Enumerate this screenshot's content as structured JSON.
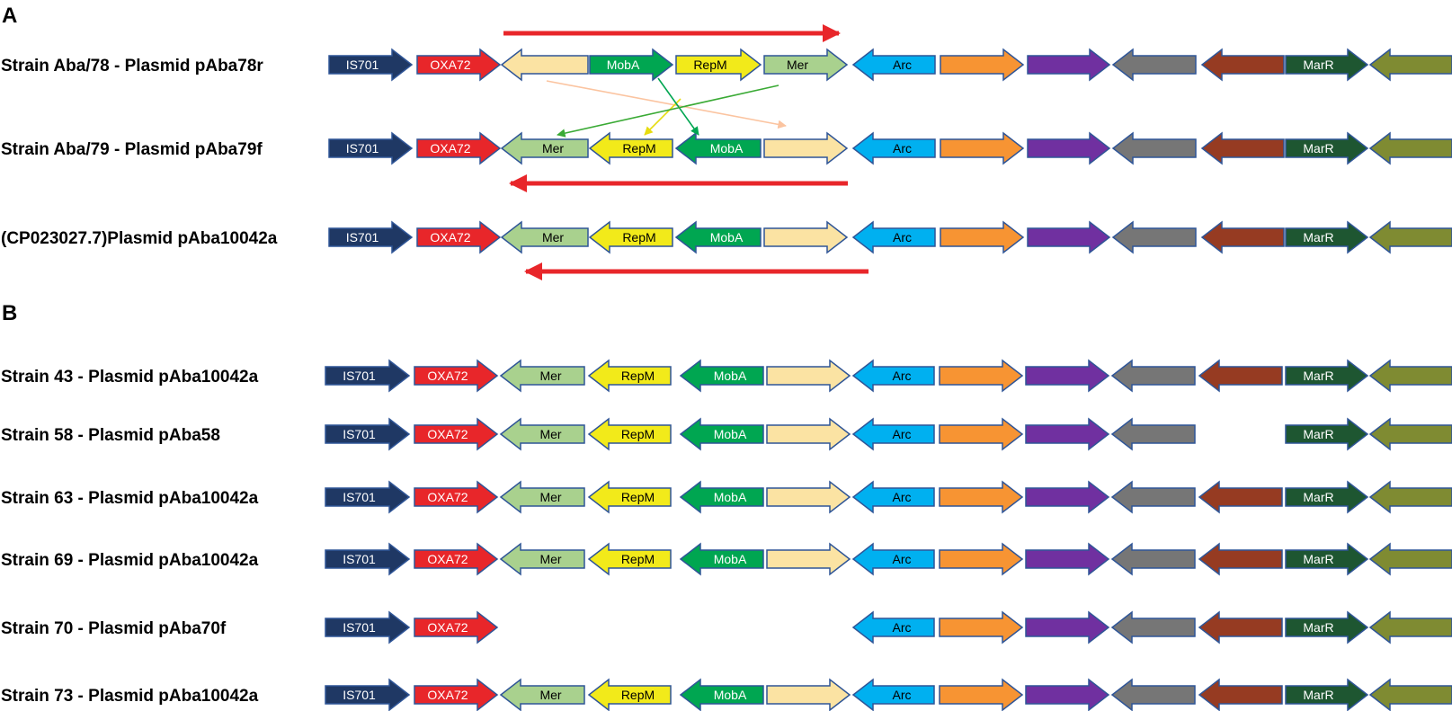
{
  "panels": [
    {
      "letter": "A",
      "rows": [
        {
          "label": "Strain Aba/78 - Plasmid pAba78r",
          "genes": [
            {
              "name": "IS701",
              "dir": "R",
              "color": "#1f3864",
              "text": "#ffffff"
            },
            {
              "name": "OXA72",
              "dir": "R",
              "color": "#e8262a",
              "text": "#ffffff"
            },
            {
              "name": "",
              "dir": "L",
              "color": "#fbe3a3",
              "text": "#000000"
            },
            {
              "name": "MobA",
              "dir": "R",
              "color": "#00a651",
              "text": "#ffffff"
            },
            {
              "name": "RepM",
              "dir": "R",
              "color": "#f2ea1a",
              "text": "#000000"
            },
            {
              "name": "Mer",
              "dir": "R",
              "color": "#a9d18e",
              "text": "#000000"
            },
            {
              "name": "Arc",
              "dir": "L",
              "color": "#00b0f0",
              "text": "#000000"
            },
            {
              "name": "",
              "dir": "R",
              "color": "#f79433",
              "text": "#000000"
            },
            {
              "name": "",
              "dir": "R",
              "color": "#7030a0",
              "text": "#000000"
            },
            {
              "name": "",
              "dir": "L",
              "color": "#767676",
              "text": "#000000"
            },
            {
              "name": "",
              "dir": "L",
              "color": "#963b22",
              "text": "#000000"
            },
            {
              "name": "MarR",
              "dir": "R",
              "color": "#1e5631",
              "text": "#ffffff"
            },
            {
              "name": "",
              "dir": "L",
              "color": "#7f8b32",
              "text": "#000000"
            }
          ]
        },
        {
          "label": "Strain Aba/79 - Plasmid pAba79f",
          "genes": [
            {
              "name": "IS701",
              "dir": "R",
              "color": "#1f3864",
              "text": "#ffffff"
            },
            {
              "name": "OXA72",
              "dir": "R",
              "color": "#e8262a",
              "text": "#ffffff"
            },
            {
              "name": "Mer",
              "dir": "L",
              "color": "#a9d18e",
              "text": "#000000"
            },
            {
              "name": "RepM",
              "dir": "L",
              "color": "#f2ea1a",
              "text": "#000000"
            },
            {
              "name": "MobA",
              "dir": "L",
              "color": "#00a651",
              "text": "#ffffff"
            },
            {
              "name": "",
              "dir": "R",
              "color": "#fbe3a3",
              "text": "#000000"
            },
            {
              "name": "Arc",
              "dir": "L",
              "color": "#00b0f0",
              "text": "#000000"
            },
            {
              "name": "",
              "dir": "R",
              "color": "#f79433",
              "text": "#000000"
            },
            {
              "name": "",
              "dir": "R",
              "color": "#7030a0",
              "text": "#000000"
            },
            {
              "name": "",
              "dir": "L",
              "color": "#767676",
              "text": "#000000"
            },
            {
              "name": "",
              "dir": "L",
              "color": "#963b22",
              "text": "#000000"
            },
            {
              "name": "MarR",
              "dir": "R",
              "color": "#1e5631",
              "text": "#ffffff"
            },
            {
              "name": "",
              "dir": "L",
              "color": "#7f8b32",
              "text": "#000000"
            }
          ]
        },
        {
          "label": "(CP023027.7)Plasmid pAba10042a",
          "genes": [
            {
              "name": "IS701",
              "dir": "R",
              "color": "#1f3864",
              "text": "#ffffff"
            },
            {
              "name": "OXA72",
              "dir": "R",
              "color": "#e8262a",
              "text": "#ffffff"
            },
            {
              "name": "Mer",
              "dir": "L",
              "color": "#a9d18e",
              "text": "#000000"
            },
            {
              "name": "RepM",
              "dir": "L",
              "color": "#f2ea1a",
              "text": "#000000"
            },
            {
              "name": "MobA",
              "dir": "L",
              "color": "#00a651",
              "text": "#ffffff"
            },
            {
              "name": "",
              "dir": "R",
              "color": "#fbe3a3",
              "text": "#000000"
            },
            {
              "name": "Arc",
              "dir": "L",
              "color": "#00b0f0",
              "text": "#000000"
            },
            {
              "name": "",
              "dir": "R",
              "color": "#f79433",
              "text": "#000000"
            },
            {
              "name": "",
              "dir": "R",
              "color": "#7030a0",
              "text": "#000000"
            },
            {
              "name": "",
              "dir": "L",
              "color": "#767676",
              "text": "#000000"
            },
            {
              "name": "",
              "dir": "L",
              "color": "#963b22",
              "text": "#000000"
            },
            {
              "name": "MarR",
              "dir": "R",
              "color": "#1e5631",
              "text": "#ffffff"
            },
            {
              "name": "",
              "dir": "L",
              "color": "#7f8b32",
              "text": "#000000"
            }
          ]
        }
      ]
    },
    {
      "letter": "B",
      "rows": [
        {
          "label": "Strain 43 - Plasmid pAba10042a",
          "genes": [
            {
              "name": "IS701",
              "dir": "R",
              "color": "#1f3864",
              "text": "#ffffff"
            },
            {
              "name": "OXA72",
              "dir": "R",
              "color": "#e8262a",
              "text": "#ffffff"
            },
            {
              "name": "Mer",
              "dir": "L",
              "color": "#a9d18e",
              "text": "#000000"
            },
            {
              "name": "RepM",
              "dir": "L",
              "color": "#f2ea1a",
              "text": "#000000"
            },
            {
              "name": "MobA",
              "dir": "L",
              "color": "#00a651",
              "text": "#ffffff"
            },
            {
              "name": "",
              "dir": "R",
              "color": "#fbe3a3",
              "text": "#000000"
            },
            {
              "name": "Arc",
              "dir": "L",
              "color": "#00b0f0",
              "text": "#000000"
            },
            {
              "name": "",
              "dir": "R",
              "color": "#f79433",
              "text": "#000000"
            },
            {
              "name": "",
              "dir": "R",
              "color": "#7030a0",
              "text": "#000000"
            },
            {
              "name": "",
              "dir": "L",
              "color": "#767676",
              "text": "#000000"
            },
            {
              "name": "",
              "dir": "L",
              "color": "#963b22",
              "text": "#000000"
            },
            {
              "name": "MarR",
              "dir": "R",
              "color": "#1e5631",
              "text": "#ffffff"
            },
            {
              "name": "",
              "dir": "L",
              "color": "#7f8b32",
              "text": "#000000"
            }
          ]
        },
        {
          "label": "Strain 58 - Plasmid pAba58",
          "genes": [
            {
              "name": "IS701",
              "dir": "R",
              "color": "#1f3864",
              "text": "#ffffff"
            },
            {
              "name": "OXA72",
              "dir": "R",
              "color": "#e8262a",
              "text": "#ffffff"
            },
            {
              "name": "Mer",
              "dir": "L",
              "color": "#a9d18e",
              "text": "#000000"
            },
            {
              "name": "RepM",
              "dir": "L",
              "color": "#f2ea1a",
              "text": "#000000"
            },
            {
              "name": "MobA",
              "dir": "L",
              "color": "#00a651",
              "text": "#ffffff"
            },
            {
              "name": "",
              "dir": "R",
              "color": "#fbe3a3",
              "text": "#000000"
            },
            {
              "name": "Arc",
              "dir": "L",
              "color": "#00b0f0",
              "text": "#000000"
            },
            {
              "name": "",
              "dir": "R",
              "color": "#f79433",
              "text": "#000000"
            },
            {
              "name": "",
              "dir": "R",
              "color": "#7030a0",
              "text": "#000000"
            },
            {
              "name": "",
              "dir": "L",
              "color": "#767676",
              "text": "#000000"
            },
            null,
            {
              "name": "MarR",
              "dir": "R",
              "color": "#1e5631",
              "text": "#ffffff"
            },
            {
              "name": "",
              "dir": "L",
              "color": "#7f8b32",
              "text": "#000000"
            }
          ]
        },
        {
          "label": "Strain 63 - Plasmid pAba10042a",
          "genes": [
            {
              "name": "IS701",
              "dir": "R",
              "color": "#1f3864",
              "text": "#ffffff"
            },
            {
              "name": "OXA72",
              "dir": "R",
              "color": "#e8262a",
              "text": "#ffffff"
            },
            {
              "name": "Mer",
              "dir": "L",
              "color": "#a9d18e",
              "text": "#000000"
            },
            {
              "name": "RepM",
              "dir": "L",
              "color": "#f2ea1a",
              "text": "#000000"
            },
            {
              "name": "MobA",
              "dir": "L",
              "color": "#00a651",
              "text": "#ffffff"
            },
            {
              "name": "",
              "dir": "R",
              "color": "#fbe3a3",
              "text": "#000000"
            },
            {
              "name": "Arc",
              "dir": "L",
              "color": "#00b0f0",
              "text": "#000000"
            },
            {
              "name": "",
              "dir": "R",
              "color": "#f79433",
              "text": "#000000"
            },
            {
              "name": "",
              "dir": "R",
              "color": "#7030a0",
              "text": "#000000"
            },
            {
              "name": "",
              "dir": "L",
              "color": "#767676",
              "text": "#000000"
            },
            {
              "name": "",
              "dir": "L",
              "color": "#963b22",
              "text": "#000000"
            },
            {
              "name": "MarR",
              "dir": "R",
              "color": "#1e5631",
              "text": "#ffffff"
            },
            {
              "name": "",
              "dir": "L",
              "color": "#7f8b32",
              "text": "#000000"
            }
          ]
        },
        {
          "label": "Strain 69 - Plasmid pAba10042a",
          "genes": [
            {
              "name": "IS701",
              "dir": "R",
              "color": "#1f3864",
              "text": "#ffffff"
            },
            {
              "name": "OXA72",
              "dir": "R",
              "color": "#e8262a",
              "text": "#ffffff"
            },
            {
              "name": "Mer",
              "dir": "L",
              "color": "#a9d18e",
              "text": "#000000"
            },
            {
              "name": "RepM",
              "dir": "L",
              "color": "#f2ea1a",
              "text": "#000000"
            },
            {
              "name": "MobA",
              "dir": "L",
              "color": "#00a651",
              "text": "#ffffff"
            },
            {
              "name": "",
              "dir": "R",
              "color": "#fbe3a3",
              "text": "#000000"
            },
            {
              "name": "Arc",
              "dir": "L",
              "color": "#00b0f0",
              "text": "#000000"
            },
            {
              "name": "",
              "dir": "R",
              "color": "#f79433",
              "text": "#000000"
            },
            {
              "name": "",
              "dir": "R",
              "color": "#7030a0",
              "text": "#000000"
            },
            {
              "name": "",
              "dir": "L",
              "color": "#767676",
              "text": "#000000"
            },
            {
              "name": "",
              "dir": "L",
              "color": "#963b22",
              "text": "#000000"
            },
            {
              "name": "MarR",
              "dir": "R",
              "color": "#1e5631",
              "text": "#ffffff"
            },
            {
              "name": "",
              "dir": "L",
              "color": "#7f8b32",
              "text": "#000000"
            }
          ]
        },
        {
          "label": "Strain 70 - Plasmid pAba70f",
          "genes": [
            {
              "name": "IS701",
              "dir": "R",
              "color": "#1f3864",
              "text": "#ffffff"
            },
            {
              "name": "OXA72",
              "dir": "R",
              "color": "#e8262a",
              "text": "#ffffff"
            },
            null,
            null,
            null,
            null,
            {
              "name": "Arc",
              "dir": "L",
              "color": "#00b0f0",
              "text": "#000000"
            },
            {
              "name": "",
              "dir": "R",
              "color": "#f79433",
              "text": "#000000"
            },
            {
              "name": "",
              "dir": "R",
              "color": "#7030a0",
              "text": "#000000"
            },
            {
              "name": "",
              "dir": "L",
              "color": "#767676",
              "text": "#000000"
            },
            {
              "name": "",
              "dir": "L",
              "color": "#963b22",
              "text": "#000000"
            },
            {
              "name": "MarR",
              "dir": "R",
              "color": "#1e5631",
              "text": "#ffffff"
            },
            {
              "name": "",
              "dir": "L",
              "color": "#7f8b32",
              "text": "#000000"
            }
          ]
        },
        {
          "label": "Strain 73 - Plasmid pAba10042a",
          "genes": [
            {
              "name": "IS701",
              "dir": "R",
              "color": "#1f3864",
              "text": "#ffffff"
            },
            {
              "name": "OXA72",
              "dir": "R",
              "color": "#e8262a",
              "text": "#ffffff"
            },
            {
              "name": "Mer",
              "dir": "L",
              "color": "#a9d18e",
              "text": "#000000"
            },
            {
              "name": "RepM",
              "dir": "L",
              "color": "#f2ea1a",
              "text": "#000000"
            },
            {
              "name": "MobA",
              "dir": "L",
              "color": "#00a651",
              "text": "#ffffff"
            },
            {
              "name": "",
              "dir": "R",
              "color": "#fbe3a3",
              "text": "#000000"
            },
            {
              "name": "Arc",
              "dir": "L",
              "color": "#00b0f0",
              "text": "#000000"
            },
            {
              "name": "",
              "dir": "R",
              "color": "#f79433",
              "text": "#000000"
            },
            {
              "name": "",
              "dir": "R",
              "color": "#7030a0",
              "text": "#000000"
            },
            {
              "name": "",
              "dir": "L",
              "color": "#767676",
              "text": "#000000"
            },
            {
              "name": "",
              "dir": "L",
              "color": "#963b22",
              "text": "#000000"
            },
            {
              "name": "MarR",
              "dir": "R",
              "color": "#1e5631",
              "text": "#ffffff"
            },
            {
              "name": "",
              "dir": "L",
              "color": "#7f8b32",
              "text": "#000000"
            }
          ]
        }
      ]
    }
  ],
  "colors": {
    "inversion_arrow": "#e8262a",
    "outline": "#2f5597",
    "crossing_arrows": [
      "#fbc4a0",
      "#f2ea1a",
      "#00a651",
      "#3aaa35"
    ]
  },
  "inversion_arrows": [
    {
      "row": 0,
      "position": "above",
      "direction": "right"
    },
    {
      "row": 1,
      "position": "below",
      "direction": "left"
    },
    {
      "row": 2,
      "position": "below",
      "direction": "left"
    }
  ]
}
